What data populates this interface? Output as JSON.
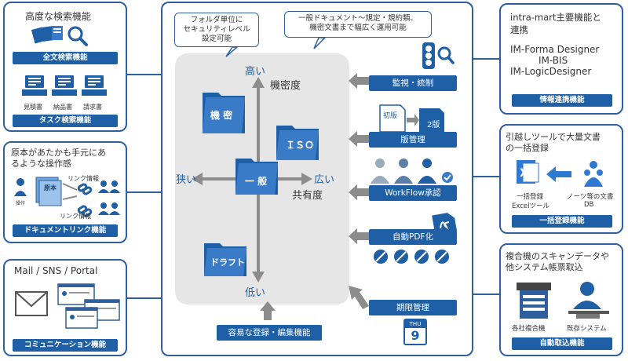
{
  "left_panels": {
    "search": {
      "heading": "高度な検索機能",
      "fulltext_label": "全文検索機能",
      "docs": [
        "見積書",
        "納品書",
        "請求書"
      ],
      "task_label": "タスク検索機能"
    },
    "link": {
      "heading_line1": "原本があたかも手元にあ",
      "heading_line2": "るような操作感",
      "original": "原本",
      "operation": "操作",
      "link_info_1": "リンク情報",
      "link_info_2": "リンク情報",
      "label": "ドキュメントリンク機能"
    },
    "comm": {
      "heading": "Mail / SNS / Portal",
      "label": "コミュニケーション機能"
    }
  },
  "center": {
    "callout_left": [
      "フォルダ単位に",
      "セキュリティレベル",
      "設定可能"
    ],
    "callout_right": [
      "一般ドキュメント～規定・規約類、",
      "機密文書まで幅広く運用可能"
    ],
    "axis": {
      "top": "高い",
      "top_sub": "機密度",
      "bottom": "低い",
      "left": "狭い",
      "right": "広い",
      "right_sub": "共有度"
    },
    "folders": {
      "secret": "機 密",
      "iso": "ＩＳＯ",
      "general": "一 般",
      "draft": "ドラフト"
    },
    "bottom_feature": "容易な登録・編集機能"
  },
  "features": {
    "monitor": "監視・統制",
    "version": "版管理",
    "version_first": "初版",
    "version_second": "2版",
    "workflow": "WorkFlow承認",
    "pdf": "自動PDF化",
    "deadline": "期限管理",
    "calendar_day": "THU",
    "calendar_date": "9"
  },
  "right_panels": {
    "intramart": {
      "heading_line1": "intra-mart主要機能と",
      "heading_line2": "連携",
      "items": [
        "IM-Forma Designer",
        "IM-BIS",
        "IM-LogicDesigner"
      ],
      "label": "情報連携機能"
    },
    "bulk": {
      "heading_line1": "引越しツールで大量文書",
      "heading_line2": "の一括登録",
      "excel_line1": "一括登録",
      "excel_line2": "Excelツール",
      "notes_line1": "ノーツ等の文書",
      "notes_line2": "DB",
      "label": "一括登録機能"
    },
    "scan": {
      "heading_line1": "複合機のスキャンデータや",
      "heading_line2": "他システム帳票取込",
      "mfp": "各社複合機",
      "system": "既存システム",
      "label": "自動取込機能"
    }
  },
  "colors": {
    "brand_blue": "#1f5fa6",
    "border_blue": "#2f5f9e",
    "gray_bg": "#e6e6e6",
    "arrow_gray": "#8c8c8c"
  }
}
